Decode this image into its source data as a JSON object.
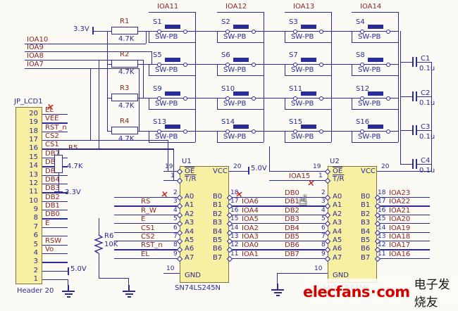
{
  "colors": {
    "wire": "#2a2a98",
    "net_label": "#8b2525",
    "chip_fill": "#f7efa2",
    "chip_border": "#7d7440",
    "error_x": "#c42222",
    "watermark_red": "#d40000",
    "background": "#fbfaf4"
  },
  "keypad": {
    "col_headers": [
      "IOA11",
      "IOA12",
      "IOA13",
      "IOA14"
    ],
    "row_nets": [
      "IOA10",
      "IOA9",
      "IOA8",
      "IOA7"
    ],
    "switches": [
      "S1",
      "S2",
      "S3",
      "S4",
      "S5",
      "S6",
      "S7",
      "S8",
      "S9",
      "S10",
      "S11",
      "S12",
      "S13",
      "S14",
      "S15",
      "S16"
    ],
    "switch_type": "SW-PB"
  },
  "pullups": {
    "refs": [
      "R1",
      "R2",
      "R3",
      "R4"
    ],
    "value": "4.7K"
  },
  "caps": {
    "refs": [
      "C1",
      "C2",
      "C3",
      "C4"
    ],
    "value": "0.1u"
  },
  "power": {
    "v33": "3.3V",
    "v50": "5.0V"
  },
  "lcd_header": {
    "ref": "JP_LCD1",
    "footprint": "Header 20",
    "pins": [
      [
        "20",
        "EL"
      ],
      [
        "19",
        "VEE"
      ],
      [
        "18",
        "RST_n"
      ],
      [
        "17",
        "CS2"
      ],
      [
        "16",
        "CS1"
      ],
      [
        "15",
        "DB7"
      ],
      [
        "14",
        "DB6"
      ],
      [
        "13",
        "DB5"
      ],
      [
        "12",
        "DB4"
      ],
      [
        "11",
        "DB3"
      ],
      [
        "10",
        "DB2"
      ],
      [
        "9",
        "DB1"
      ],
      [
        "8",
        "DB0"
      ],
      [
        "7",
        "E"
      ],
      [
        "6",
        ""
      ],
      [
        "5",
        "RSW"
      ],
      [
        "4",
        "Vo"
      ],
      [
        "3",
        ""
      ],
      [
        "2",
        ""
      ],
      [
        "1",
        ""
      ]
    ]
  },
  "r5": {
    "ref": "R5",
    "value": "4.7K"
  },
  "r6": {
    "ref": "R6",
    "value": "10K"
  },
  "u1": {
    "ref": "U1",
    "part": "SN74LS245N",
    "oe": "OE",
    "tr": "T/R",
    "vcc": "VCC",
    "gnd": "GND",
    "oe_pin": "19",
    "tr_pin": "1",
    "vcc_pin": "20",
    "gnd_pin": "10",
    "tr_net": "",
    "a_names": [
      "A0",
      "A1",
      "A2",
      "A3",
      "A4",
      "A5",
      "A6",
      "A7"
    ],
    "b_names": [
      "B0",
      "B1",
      "B2",
      "B3",
      "B4",
      "B5",
      "B6",
      "B7"
    ],
    "a_pin_nums": [
      "2",
      "3",
      "4",
      "5",
      "6",
      "7",
      "8",
      "9"
    ],
    "b_pin_nums": [
      "18",
      "17",
      "16",
      "15",
      "14",
      "13",
      "12",
      "11"
    ],
    "a_nets": [
      "",
      "RS",
      "R_W",
      "E",
      "CS1",
      "CS2",
      "RST_n",
      "EL"
    ],
    "b_nets": [
      "",
      "IOA6",
      "IOA4",
      "IOA5",
      "IOA2",
      "IOA3",
      "IOA0",
      "IOA1"
    ]
  },
  "u2": {
    "ref": "U2",
    "part": "SN74LS245N",
    "oe": "OE",
    "tr": "T/R",
    "vcc": "VCC",
    "gnd": "GND",
    "oe_pin": "19",
    "tr_pin": "1",
    "vcc_pin": "20",
    "gnd_pin": "10",
    "tr_net": "IOA15",
    "a_names": [
      "A0",
      "A1",
      "A2",
      "A3",
      "A4",
      "A5",
      "A6",
      "A7"
    ],
    "b_names": [
      "B0",
      "B1",
      "B2",
      "B3",
      "B4",
      "B5",
      "B6",
      "B7"
    ],
    "a_pin_nums": [
      "2",
      "3",
      "4",
      "5",
      "6",
      "7",
      "8",
      "9"
    ],
    "b_pin_nums": [
      "18",
      "17",
      "16",
      "15",
      "14",
      "13",
      "12",
      "11"
    ],
    "a_nets": [
      "DB0",
      "DB1",
      "DB2",
      "DB3",
      "DB4",
      "DB5",
      "DB6",
      "DB7"
    ],
    "b_nets": [
      "IOA23",
      "IOA22",
      "IOA21",
      "IOA20",
      "IOA19",
      "IOA18",
      "IOA17",
      "IOA16"
    ]
  },
  "watermark": {
    "brand": "elecfans",
    "sep": "·",
    "tld": "com",
    "cn": "电子发烧友"
  }
}
